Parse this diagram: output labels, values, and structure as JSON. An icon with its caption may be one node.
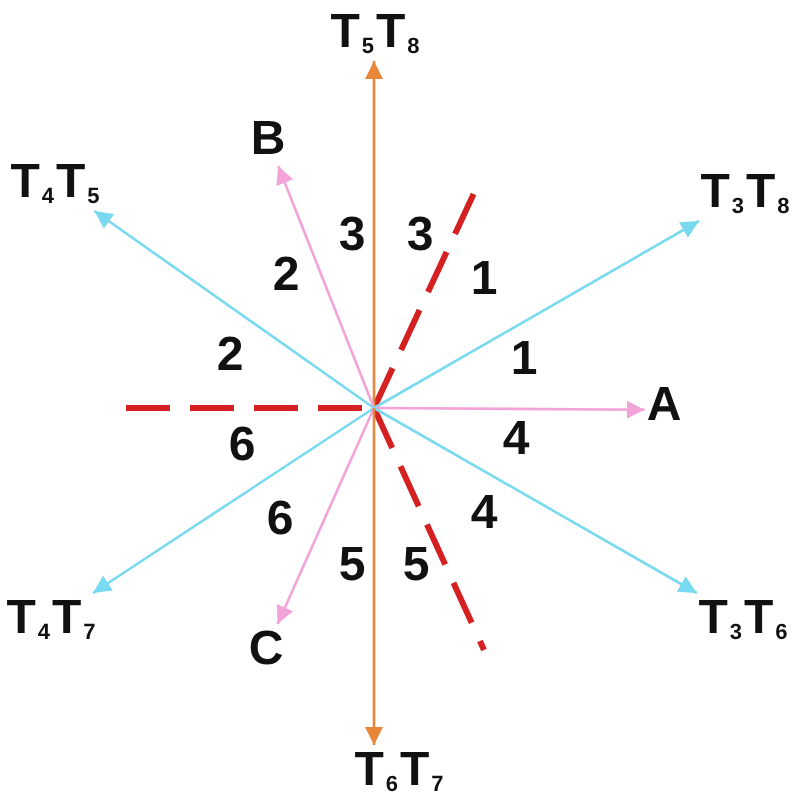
{
  "diagram": {
    "nodes": [
      {
        "text": [
          "T$_{5}$T$_{8}$"
        ]
      },
      {
        "text": [
          "B"
        ]
      },
      {
        "text": [
          "T$_{4}$T$_{5}$"
        ]
      },
      {
        "text": [
          "T$_{3}$T$_{8}$"
        ]
      },
      {
        "text": [
          "A"
        ]
      },
      {
        "text": [
          "T$_{4}$T$_{7}$"
        ]
      },
      {
        "text": [
          "T$_{3}$T$_{6}$"
        ]
      },
      {
        "text": [
          "C"
        ]
      },
      {
        "text": [
          "T$_{6}$T$_{7}$"
        ]
      }
    ],
    "edges": [
      {
        "from": null,
        "to": 0,
        "arrow": "to",
        "color": "#e8873a"
      },
      {
        "from": null,
        "to": 1,
        "arrow": "to",
        "color": "#f2a3d8"
      },
      {
        "from": null,
        "to": 2,
        "arrow": "to"
      },
      {
        "from": null,
        "to": 3,
        "arrow": "to"
      },
      {
        "from": null,
        "to": 4,
        "arrow": "to",
        "color": "#f2a3d8"
      },
      {
        "from": null,
        "to": 5,
        "arrow": "to"
      },
      {
        "from": null,
        "to": 6,
        "arrow": "to"
      },
      {
        "from": null,
        "to": 7,
        "arrow": "to",
        "color": "#f2a3d8"
      },
      {
        "from": null,
        "to": 8,
        "arrow": "to",
        "color": "#e8873a"
      }
    ],
    "labels": [
      "3",
      "3",
      "2",
      "1",
      "2",
      "1",
      "6",
      "4",
      "6",
      "4",
      "5",
      "5"
    ]
  }
}
